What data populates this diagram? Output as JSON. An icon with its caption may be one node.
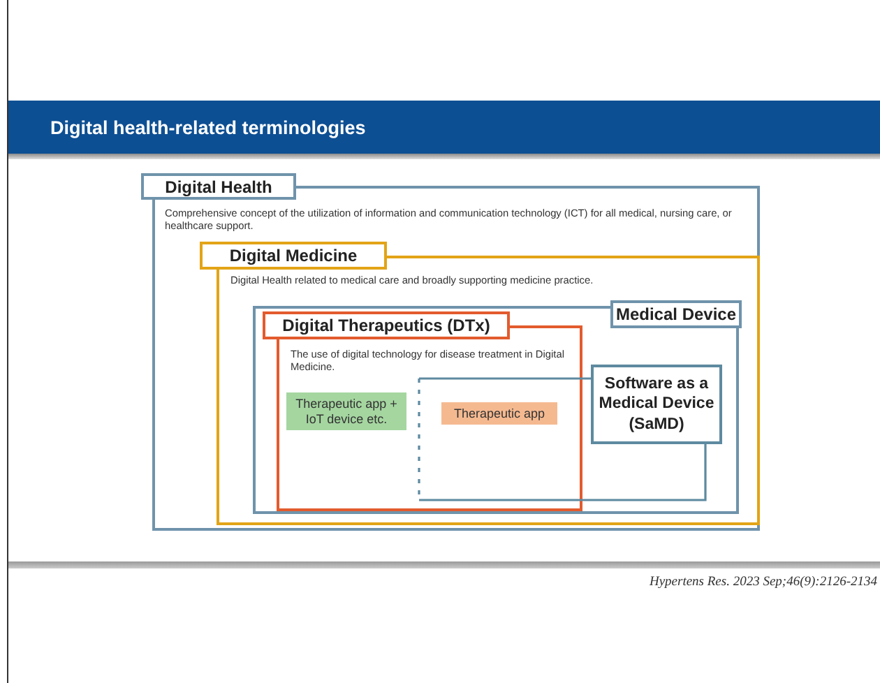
{
  "diagram": {
    "title": "Digital health-related terminologies",
    "nodes": [
      {
        "text": [
          "Digital Health",
          "Comprehensive concept of the utilization of information and communication technology (ICT) for all medical, nursing care, or healthcare support."
        ]
      },
      {
        "text": [
          "Digital Medicine",
          "Digital Health related to medical care and broadly supporting medicine practice."
        ],
        "in": 0
      },
      {
        "text": [
          "Medical Device"
        ],
        "in": 1
      },
      {
        "text": [
          "Digital Therapeutics (DTx)",
          "The use of digital technology for disease treatment in Digital Medicine."
        ],
        "in": 2
      },
      {
        "text": [
          "Software as a Medical Device (SaMD)"
        ],
        "in": 2
      },
      {
        "text": [
          "Therapeutic app + IoT device etc."
        ],
        "in": 3
      },
      {
        "text": [
          "Therapeutic app"
        ]
      }
    ],
    "labels": [
      "Hypertens Res. 2023 Sep;46(9):2126-2134"
    ]
  }
}
